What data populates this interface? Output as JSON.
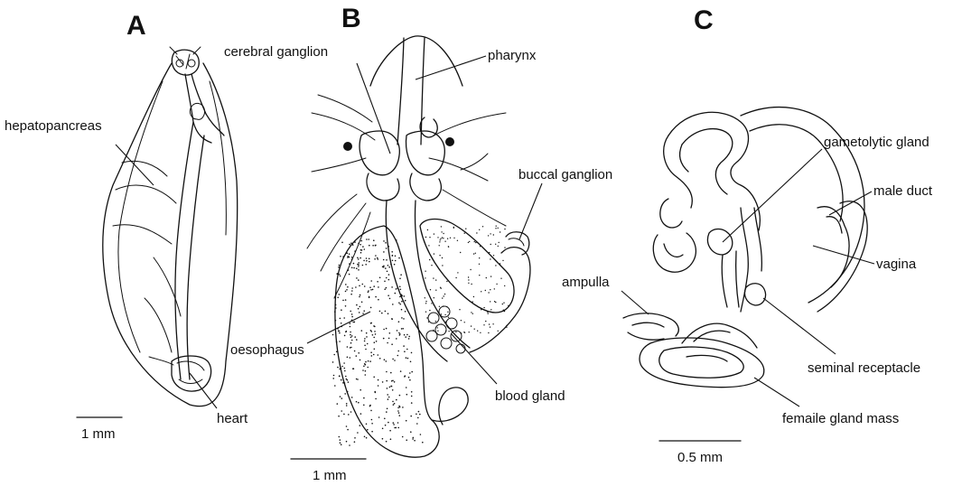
{
  "panels": {
    "a": {
      "letter": "A",
      "labels": {
        "hepatopancreas": "hepatopancreas",
        "heart": "heart"
      },
      "scale_bar": "1 mm"
    },
    "b": {
      "letter": "B",
      "labels": {
        "cerebral_ganglion": "cerebral ganglion",
        "pharynx": "pharynx",
        "buccal_ganglion": "buccal ganglion",
        "oesophagus": "oesophagus",
        "blood_gland": "blood gland"
      },
      "scale_bar": "1 mm"
    },
    "c": {
      "letter": "C",
      "labels": {
        "gametolytic_gland": "gametolytic gland",
        "male_duct": "male duct",
        "vagina": "vagina",
        "ampulla": "ampulla",
        "seminal_receptacle": "seminal receptacle",
        "femaile_gland_mass": "femaile gland mass"
      },
      "scale_bar": "0.5 mm"
    }
  }
}
